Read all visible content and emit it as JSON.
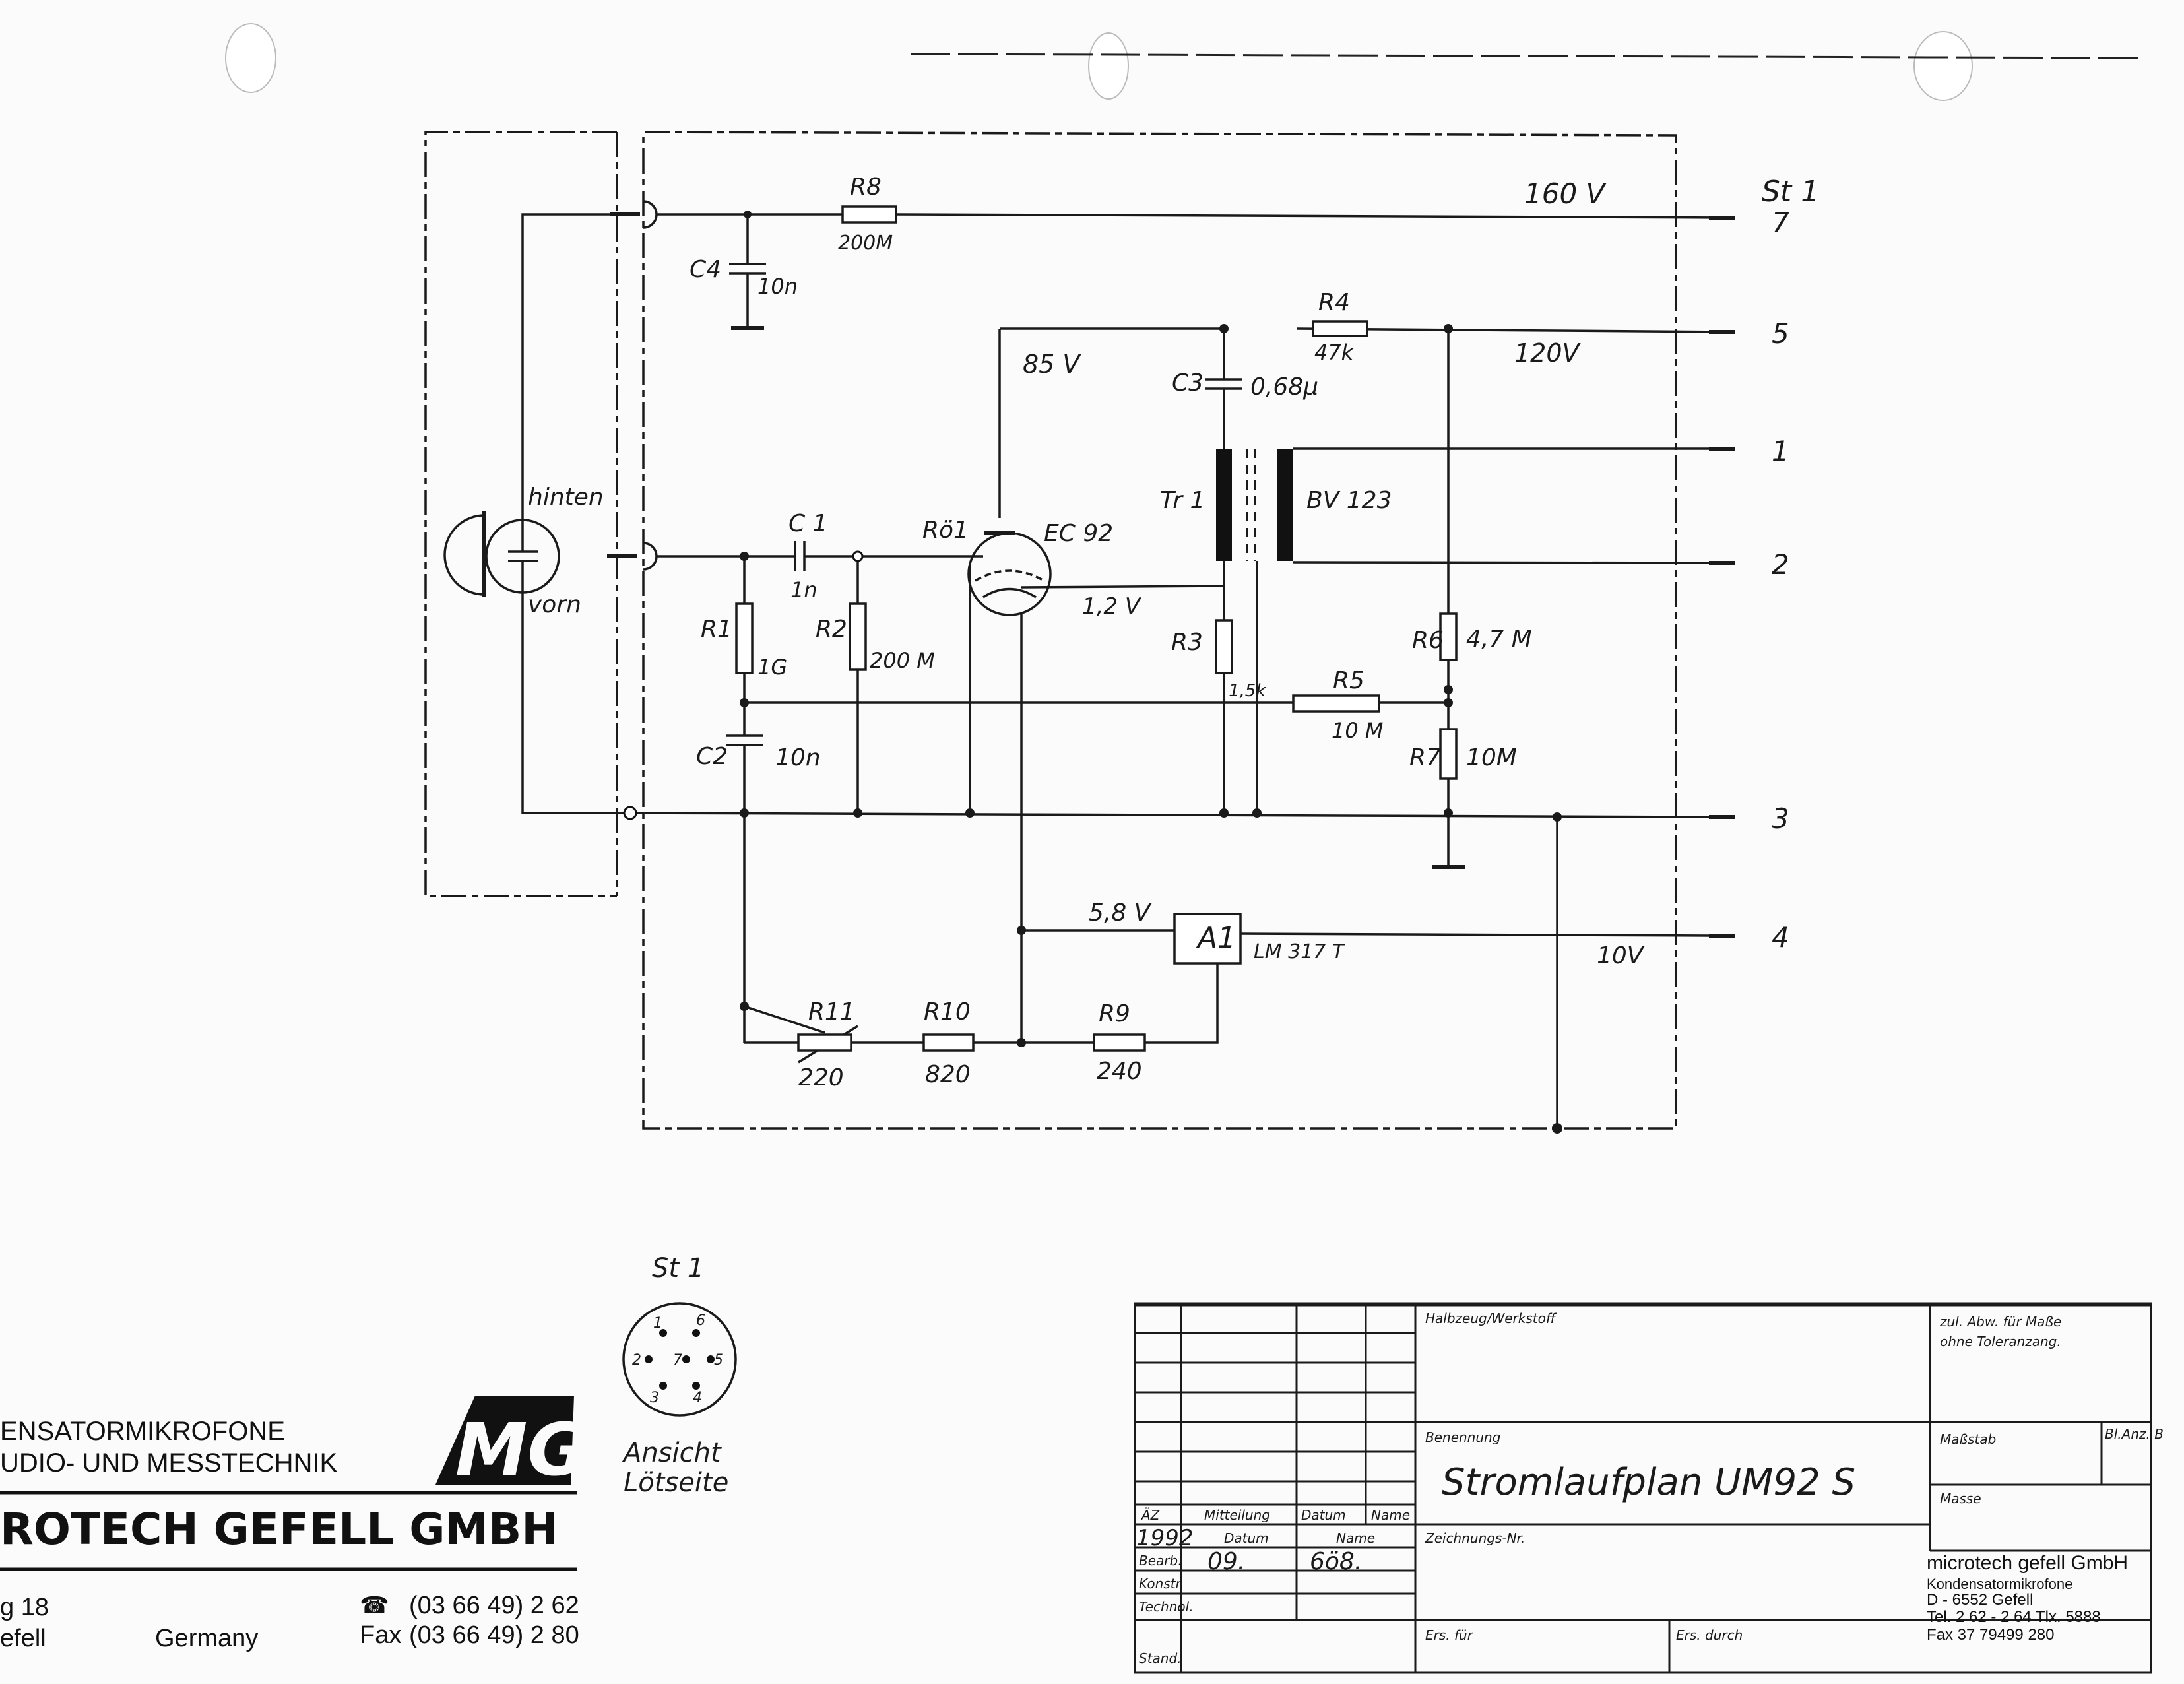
{
  "components": {
    "r8": {
      "ref": "R8",
      "value": "200M"
    },
    "c4": {
      "ref": "C4",
      "value": "10n"
    },
    "r4": {
      "ref": "R4",
      "value": "47k"
    },
    "c3": {
      "ref": "C3",
      "value": "0,68µ"
    },
    "tr1": {
      "ref": "Tr 1",
      "value": "BV 123"
    },
    "c1": {
      "ref": "C 1",
      "value": "1n"
    },
    "tube": {
      "ref": "Rö1",
      "value": "EC 92"
    },
    "r1": {
      "ref": "R1",
      "value": "1G"
    },
    "r2": {
      "ref": "R2",
      "value": "200 M"
    },
    "r3": {
      "ref": "R3",
      "value": "1,5k"
    },
    "r5": {
      "ref": "R5",
      "value": "10 M"
    },
    "r6": {
      "ref": "R6",
      "value": "4,7 M"
    },
    "r7": {
      "ref": "R7",
      "value": "10M"
    },
    "c2": {
      "ref": "C2",
      "value": "10n"
    },
    "a1": {
      "ref": "A1",
      "value": "LM 317 T"
    },
    "r11": {
      "ref": "R11",
      "value": "220"
    },
    "r10": {
      "ref": "R10",
      "value": "820"
    },
    "r9": {
      "ref": "R9",
      "value": "240"
    }
  },
  "capsule": {
    "back": "hinten",
    "front": "vorn"
  },
  "voltages": {
    "v160": "160 V",
    "v120": "120V",
    "v85": "85 V",
    "v12": "1,2 V",
    "v58": "5,8 V",
    "v10": "10V"
  },
  "connector": {
    "label": "St 1",
    "pins": [
      "7",
      "5",
      "1",
      "2",
      "3",
      "4"
    ],
    "view_label": "St 1",
    "view_pins": [
      "1",
      "2",
      "3",
      "4",
      "5",
      "6",
      "7"
    ],
    "view_caption_1": "Ansicht",
    "view_caption_2": "Lötseite"
  },
  "company": {
    "line1": "ENSATORMIKROFONE",
    "line2": "UDIO- UND MESSTECHNIK",
    "name": "ROTECH GEFELL GMBH",
    "addr1": "g 18",
    "addr2": "efell",
    "country": "Germany",
    "phone": "(03 66 49) 2 62",
    "fax_label": "Fax",
    "fax": "(03 66 49) 2 80",
    "logo_text": "MG"
  },
  "title_block": {
    "halbzeug": "Halbzeug/Werkstoff",
    "tolerance_1": "zul. Abw. für Maße",
    "tolerance_2": "ohne Toleranzang.",
    "benennung": "Benennung",
    "title": "Stromlaufplan UM92 S",
    "massstab": "Maßstab",
    "masse": "Masse",
    "blatt": "Bl.Anz. B",
    "az": "ÄZ",
    "mitteilung": "Mitteilung",
    "datum": "Datum",
    "name": "Name",
    "year": "1992",
    "datum2": "Datum",
    "name2": "Name",
    "bearb": "Bearb.",
    "bearb_date": "09.",
    "bearb_name": "6ö8.",
    "konstr": "Konstr.",
    "technol": "Technol.",
    "stand": "Stand.",
    "zeichnung": "Zeichnungs-Nr.",
    "ers_fuer": "Ers. für",
    "ers_durch": "Ers. durch",
    "firm1": "microtech gefell GmbH",
    "firm2": "Kondensatormikrofone",
    "firm3": "D - 6552 Gefell",
    "firm4": "Tel. 2 62 - 2 64  Tlx. 5888",
    "firm5": "Fax 37 79499 280"
  }
}
